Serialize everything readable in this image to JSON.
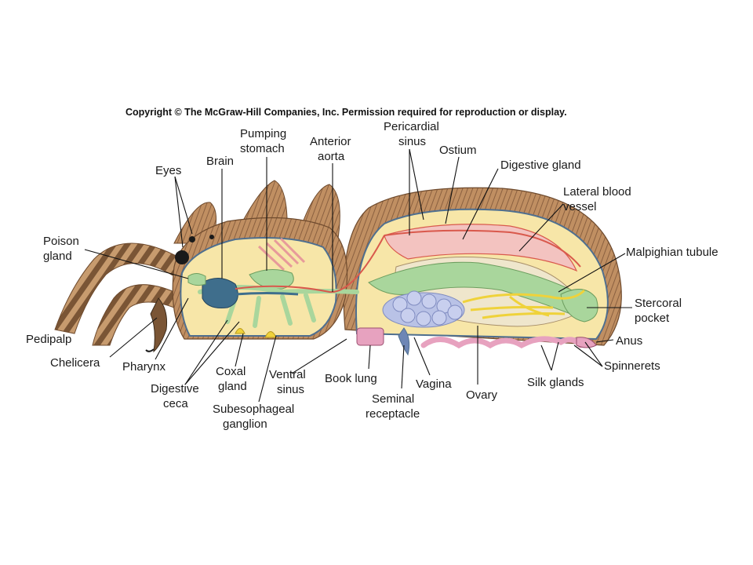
{
  "copyright": "Copyright © The McGraw-Hill Companies, Inc. Permission required for reproduction or display.",
  "labels": {
    "eyes": "Eyes",
    "brain": "Brain",
    "pumping_stomach": [
      "Pumping",
      "stomach"
    ],
    "anterior_aorta": [
      "Anterior",
      "aorta"
    ],
    "pericardial_sinus": [
      "Pericardial",
      "sinus"
    ],
    "ostium": "Ostium",
    "digestive_gland": "Digestive gland",
    "lateral_blood_vessel": [
      "Lateral blood",
      "vessel"
    ],
    "malpighian_tubule": "Malpighian tubule",
    "stercoral_pocket": [
      "Stercoral",
      "pocket"
    ],
    "anus": "Anus",
    "spinnerets": "Spinnerets",
    "silk_glands": "Silk glands",
    "ovary": "Ovary",
    "vagina": "Vagina",
    "seminal_receptacle": [
      "Seminal",
      "receptacle"
    ],
    "book_lung": "Book lung",
    "ventral_sinus": [
      "Ventral",
      "sinus"
    ],
    "subesophageal_ganglion": [
      "Subesophageal",
      "ganglion"
    ],
    "coxal_gland": [
      "Coxal",
      "gland"
    ],
    "digestive_ceca": [
      "Digestive",
      "ceca"
    ],
    "pharynx": "Pharynx",
    "chelicera": "Chelicera",
    "pedipalp": "Pedipalp",
    "poison_gland": [
      "Poison",
      "gland"
    ]
  },
  "colors": {
    "hair": "#b98a5e",
    "hair_dark": "#7a5535",
    "body_fill": "#f7e6a8",
    "pericardium": "#f3c3c0",
    "gland_green": "#a9d69c",
    "nerve_blue": "#3f6e8c",
    "ovary_lilac": "#b9c2e6",
    "silk_pink": "#e7a2bf",
    "tubule_yellow": "#efd23a",
    "vessel_red": "#d9594c"
  }
}
